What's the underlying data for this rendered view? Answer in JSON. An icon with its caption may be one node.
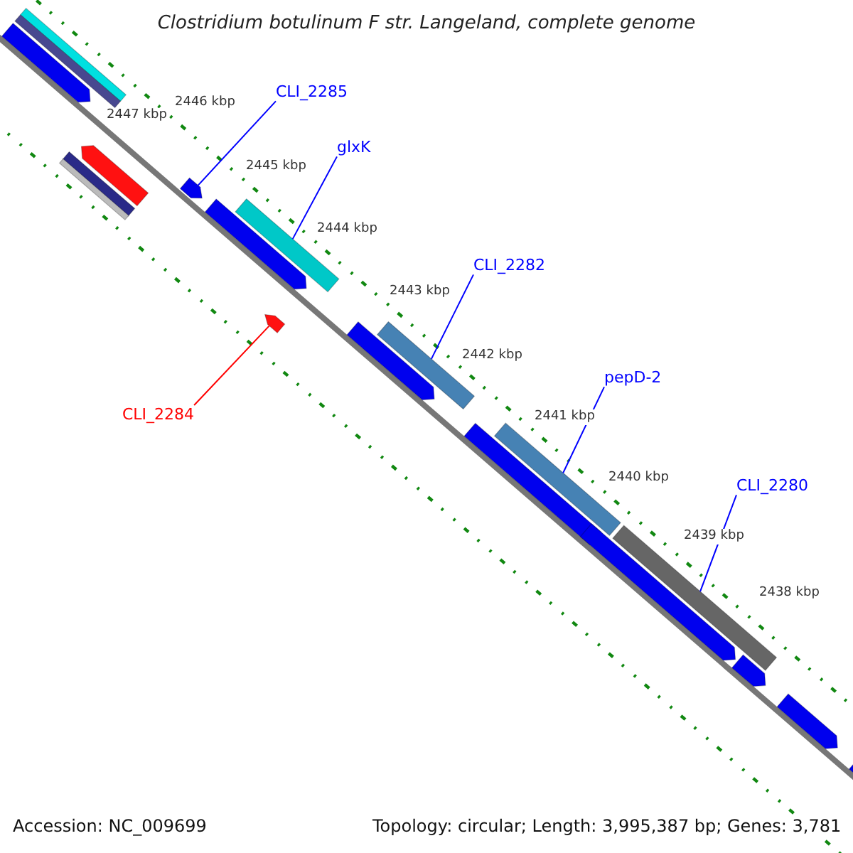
{
  "diagram": {
    "title": "Clostridium botulinum F str. Langeland, complete genome",
    "nodes": [
      {
        "text": [
          "CLI_2285"
        ]
      },
      {
        "text": [
          "glxK"
        ]
      },
      {
        "text": [
          "CLI_2282"
        ]
      },
      {
        "text": [
          "pepD-2"
        ]
      },
      {
        "text": [
          "CLI_2280"
        ]
      },
      {
        "text": [
          "CLI_2284"
        ]
      },
      {
        "text": [],
        "shape": "bar"
      },
      {
        "text": [],
        "shape": "bar"
      },
      {
        "text": [],
        "shape": "bar"
      },
      {
        "text": [],
        "shape": "bar"
      },
      {
        "text": [],
        "shape": "bar"
      },
      {
        "text": [],
        "shape": "bar"
      }
    ],
    "edges": [
      {
        "from": 0,
        "to": 6,
        "arrow": "none"
      },
      {
        "from": 1,
        "to": 7,
        "arrow": "none"
      },
      {
        "from": 2,
        "to": 8,
        "arrow": "none"
      },
      {
        "from": 3,
        "to": 9,
        "arrow": "none"
      },
      {
        "from": 4,
        "to": 10,
        "arrow": "none"
      },
      {
        "from": 5,
        "to": 11,
        "arrow": "none",
        "color": "#ff0000"
      }
    ],
    "labels": [
      "2447 kbp",
      "2446 kbp",
      "2445 kbp",
      "2444 kbp",
      "2443 kbp",
      "2442 kbp",
      "2441 kbp",
      "2440 kbp",
      "2439 kbp",
      "2438 kbp",
      "Accession: NC_009699",
      "Topology: circular; Length: 3,995,387 bp; Genes: 3,781"
    ]
  }
}
